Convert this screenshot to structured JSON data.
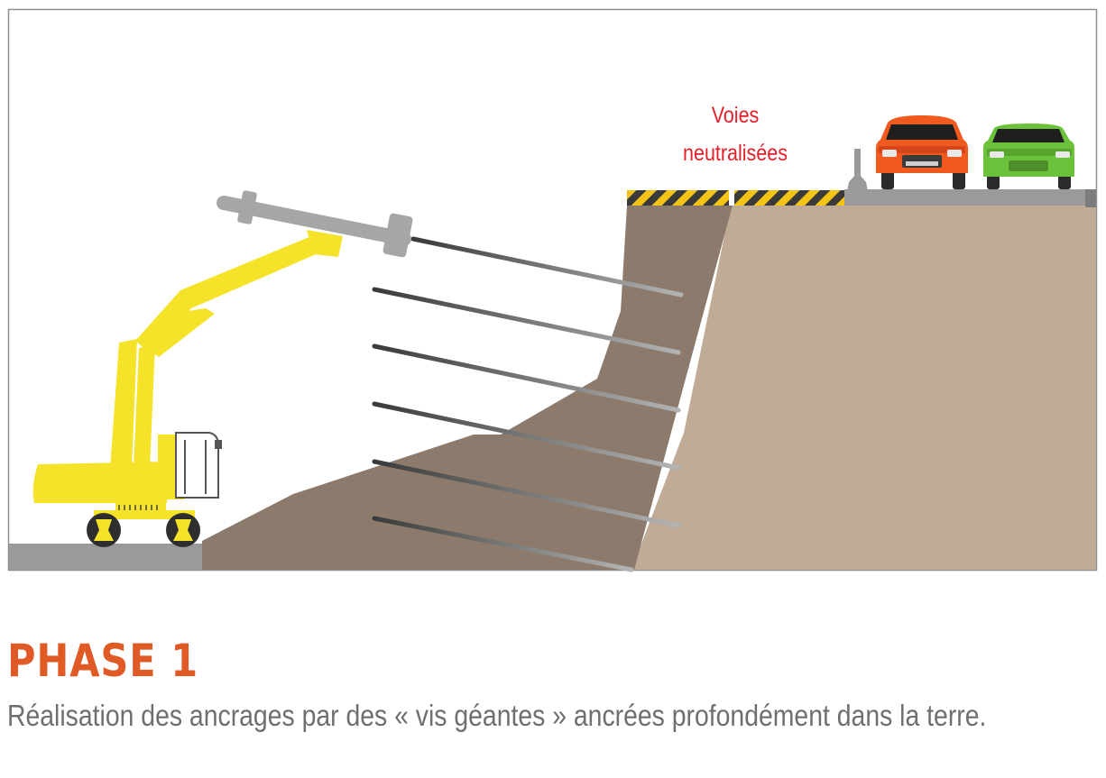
{
  "diagram": {
    "road_label_line1": "Voies",
    "road_label_line2": "neutralisées"
  },
  "caption": {
    "title": "PHASE 1",
    "text": "Réalisation  des ancrages par des « vis géantes » ancrées profondément dans la terre."
  },
  "colors": {
    "title": "#e05a26",
    "caption_text": "#6f6f6f",
    "road_label": "#e2202a",
    "soil_light": "#c0ab96",
    "soil_dark": "#8c7b6c",
    "ground_grey": "#9a9a9a",
    "excavator_yellow": "#f5e32a",
    "car_orange": "#f05a1e",
    "car_green": "#6cc13a",
    "hazard_yellow": "#f3c316",
    "frame_border": "#8f8f8f"
  },
  "icons": {
    "machine": "excavator-drill-icon",
    "car1": "orange-car-icon",
    "car2": "green-car-icon",
    "barrier": "concrete-barrier-icon"
  }
}
